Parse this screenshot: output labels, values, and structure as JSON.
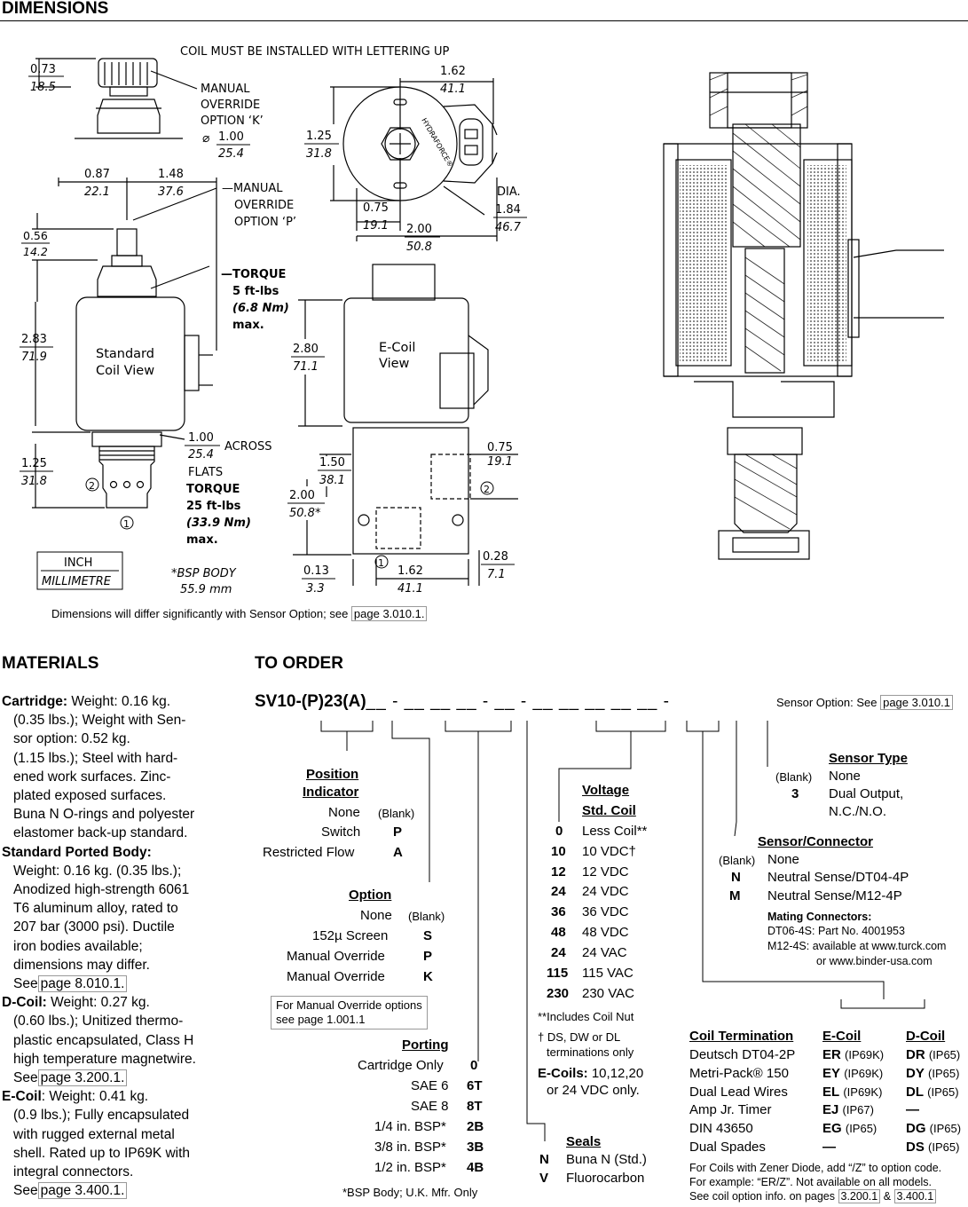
{
  "dimensions": {
    "heading": "DIMENSIONS",
    "coil_note": "COIL MUST BE INSTALLED WITH LETTERING UP",
    "std_view_label_1": "Standard",
    "std_view_label_2": "Coil View",
    "ecoil_view_label_1": "E-Coil",
    "ecoil_view_label_2": "View",
    "manual_override_k": [
      "MANUAL",
      "OVERRIDE",
      "OPTION ‘K’"
    ],
    "manual_override_p": [
      "—MANUAL",
      "OVERRIDE",
      "OPTION ‘P’"
    ],
    "torque_top": [
      "—TORQUE",
      "5 ft-lbs",
      "(6.8 Nm)",
      "max."
    ],
    "across_flats": [
      "ACROSS",
      "FLATS"
    ],
    "torque_bottom": [
      "TORQUE",
      "25 ft-lbs",
      "(33.9 Nm)",
      "max."
    ],
    "bsp_body": [
      "*BSP BODY",
      "55.9 mm"
    ],
    "brand_text": "HYDRAFORCE®",
    "dia_label": "DIA.",
    "unit_legend": {
      "top": "INCH",
      "bottom": "MILLIMETRE"
    },
    "dims": {
      "d073": {
        "in": "0.73",
        "mm": "18.5"
      },
      "d100k": {
        "in": "1.00",
        "mm": "25.4"
      },
      "d087": {
        "in": "0.87",
        "mm": "22.1"
      },
      "d148": {
        "in": "1.48",
        "mm": "37.6"
      },
      "d056": {
        "in": "0.56",
        "mm": "14.2"
      },
      "d283": {
        "in": "2.83",
        "mm": "71.9"
      },
      "d125b": {
        "in": "1.25",
        "mm": "31.8"
      },
      "d100f": {
        "in": "1.00",
        "mm": "25.4"
      },
      "d162t": {
        "in": "1.62",
        "mm": "41.1"
      },
      "d125t": {
        "in": "1.25",
        "mm": "31.8"
      },
      "d075t": {
        "in": "0.75",
        "mm": "19.1"
      },
      "d200t": {
        "in": "2.00",
        "mm": "50.8"
      },
      "d184": {
        "in": "1.84",
        "mm": "46.7"
      },
      "d280": {
        "in": "2.80",
        "mm": "71.1"
      },
      "d150": {
        "in": "1.50",
        "mm": "38.1"
      },
      "d200e": {
        "in": "2.00",
        "mm": "50.8*"
      },
      "d075e": {
        "in": "0.75",
        "mm": "19.1"
      },
      "d013": {
        "in": "0.13",
        "mm": "3.3"
      },
      "d162b": {
        "in": "1.62",
        "mm": "41.1"
      },
      "d028": {
        "in": "0.28",
        "mm": "7.1"
      }
    },
    "callout_1": "1",
    "callout_2": "2",
    "sensor_note": "Dimensions will differ significantly with Sensor Option; see",
    "sensor_note_link": "page 3.010.1."
  },
  "materials": {
    "heading": "MATERIALS",
    "cartridge": {
      "label": "Cartridge:",
      "l1": " Weight: 0.16 kg.",
      "lines": [
        "(0.35 lbs.); Weight with Sen-",
        "sor option: 0.52 kg.",
        "(1.15 lbs.); Steel with hard-",
        "ened work surfaces. Zinc-",
        "plated exposed surfaces.",
        "Buna N O-rings and polyester",
        "elastomer back-up standard."
      ]
    },
    "ported_body": {
      "label": "Standard Ported Body:",
      "lines": [
        "Weight: 0.16 kg. (0.35 lbs.);",
        "Anodized high-strength 6061",
        "T6 aluminum alloy, rated to",
        "207 bar (3000 psi). Ductile",
        "iron bodies available;",
        "dimensions may differ."
      ],
      "see": "See",
      "link": "page 8.010.1."
    },
    "dcoil": {
      "label": "D-Coil:",
      "l1": " Weight: 0.27 kg.",
      "lines": [
        "(0.60 lbs.); Unitized thermo-",
        "plastic encapsulated, Class H",
        "high temperature magnetwire."
      ],
      "see": "See",
      "link": "page 3.200.1."
    },
    "ecoil": {
      "label": "E-Coil",
      "l1": ": Weight: 0.41 kg.",
      "lines": [
        "(0.9 lbs.); Fully encapsulated",
        "with rugged external metal",
        "shell. Rated up to IP69K with",
        "integral connectors."
      ],
      "see": "See",
      "link": "page 3.400.1."
    }
  },
  "to_order": {
    "heading": "TO ORDER",
    "model": "SV10-(P)23(A)",
    "model_tail": "__ - __ __ __ - __ - __ __ __ __ __ -",
    "sensor_option": "Sensor Option: See",
    "sensor_option_link": "page 3.010.1",
    "position_indicator": {
      "title1": "Position",
      "title2": "Indicator",
      "rows": [
        {
          "name": "None",
          "code": "(Blank)"
        },
        {
          "name": "Switch",
          "code": "P"
        },
        {
          "name": "Restricted Flow",
          "code": "A"
        }
      ]
    },
    "option": {
      "title": "Option",
      "rows": [
        {
          "name": "None",
          "code": "(Blank)"
        },
        {
          "name": "152µ Screen",
          "code": "S"
        },
        {
          "name": "Manual Override",
          "code": "P"
        },
        {
          "name": "Manual Override",
          "code": "K"
        }
      ],
      "note1": "For Manual Override options",
      "note2": "see page 1.001.1"
    },
    "porting": {
      "title": "Porting",
      "rows": [
        {
          "name": "Cartridge Only",
          "code": "0"
        },
        {
          "name": "SAE 6",
          "code": "6T"
        },
        {
          "name": "SAE 8",
          "code": "8T"
        },
        {
          "name": "1/4 in. BSP*",
          "code": "2B"
        },
        {
          "name": "3/8 in. BSP*",
          "code": "3B"
        },
        {
          "name": "1/2 in. BSP*",
          "code": "4B"
        }
      ],
      "footnote": "*BSP Body; U.K. Mfr. Only"
    },
    "voltage": {
      "title1": "Voltage",
      "title2": "Std. Coil",
      "rows": [
        {
          "code": "0",
          "name": "Less Coil**"
        },
        {
          "code": "10",
          "name": "10 VDC†"
        },
        {
          "code": "12",
          "name": "12 VDC"
        },
        {
          "code": "24",
          "name": "24 VDC"
        },
        {
          "code": "36",
          "name": "36 VDC"
        },
        {
          "code": "48",
          "name": "48 VDC"
        },
        {
          "code": "24",
          "name": "24 VAC"
        },
        {
          "code": "115",
          "name": "115 VAC"
        },
        {
          "code": "230",
          "name": "230 VAC"
        }
      ],
      "note1": "**Includes Coil Nut",
      "note2a": "† DS, DW or DL",
      "note2b": "terminations only",
      "ecoils_label": "E-Coils:",
      "ecoils_1": " 10,12,20",
      "ecoils_2": "or 24 VDC only."
    },
    "seals": {
      "title": "Seals",
      "rows": [
        {
          "code": "N",
          "name": "Buna N (Std.)"
        },
        {
          "code": "V",
          "name": "Fluorocarbon"
        }
      ]
    },
    "sensor_type": {
      "title": "Sensor Type",
      "rows": [
        {
          "code": "(Blank)",
          "name": "None"
        },
        {
          "code": "3",
          "name": "Dual Output,"
        }
      ],
      "cont": "N.C./N.O."
    },
    "sensor_connector": {
      "title": "Sensor/Connector",
      "rows": [
        {
          "code": "(Blank)",
          "name": "None"
        },
        {
          "code": "N",
          "name": "Neutral Sense/DT04-4P"
        },
        {
          "code": "M",
          "name": "Neutral Sense/M12-4P"
        }
      ],
      "mating_title": "Mating Connectors:",
      "mating_1": "DT06-4S: Part No. 4001953",
      "mating_2": "M12-4S: available at www.turck.com",
      "mating_3": "or www.binder-usa.com"
    },
    "coil_termination": {
      "col1": "Coil Termination",
      "col2": "E-Coil",
      "col3": "D-Coil",
      "rows": [
        {
          "name": "Deutsch DT04-2P",
          "e": "ER",
          "eip": "(IP69K)",
          "d": "DR",
          "dip": "(IP65)"
        },
        {
          "name": "Metri-Pack® 150",
          "e": "EY",
          "eip": "(IP69K)",
          "d": "DY",
          "dip": "(IP65)"
        },
        {
          "name": "Dual Lead Wires",
          "e": "EL",
          "eip": "(IP69K)",
          "d": "DL",
          "dip": "(IP65)"
        },
        {
          "name": "Amp Jr. Timer",
          "e": "EJ",
          "eip": "(IP67)",
          "d": "—",
          "dip": ""
        },
        {
          "name": "DIN 43650",
          "e": "EG",
          "eip": "(IP65)",
          "d": "DG",
          "dip": "(IP65)"
        },
        {
          "name": "Dual Spades",
          "e": "—",
          "eip": "",
          "d": "DS",
          "dip": "(IP65)"
        }
      ],
      "note1": "For Coils with Zener Diode, add “/Z” to option code.",
      "note2": "For example: “ER/Z”. Not available on all models.",
      "note3": "See coil option info. on pages",
      "note3_link1": "3.200.1",
      "note3_amp": "&",
      "note3_link2": "3.400.1"
    }
  }
}
